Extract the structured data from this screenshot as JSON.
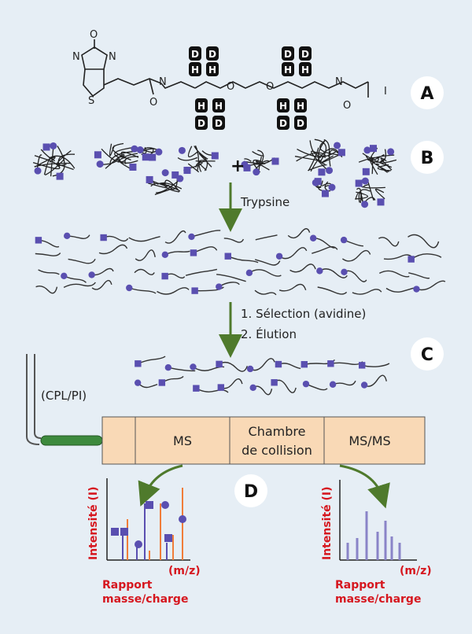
{
  "labels": {
    "step_a": "A",
    "step_b": "B",
    "step_c": "C",
    "step_d": "D",
    "plus": "+",
    "trypsin": "Trypsine",
    "selection": "1. Sélection (avidine)",
    "elution": "2. Élution",
    "cpl_pi": "(CPL/PI)",
    "ms": "MS",
    "chamber_1": "Chambre",
    "chamber_2": "de collision",
    "msms": "MS/MS",
    "intensity": "Intensité (I)",
    "mz": "(m/z)",
    "ratio_1": "Rapport",
    "ratio_2": "masse/charge"
  },
  "molecule": {
    "left_ring_o": "O",
    "left_n1": "N",
    "left_n2": "N",
    "sulfur": "S",
    "n_left": "N",
    "o_amide_left": "O",
    "o_ether_1": "O",
    "o_ether_2": "O",
    "n_right": "N",
    "o_amide_right": "O",
    "iodine": "I",
    "deuterium": "D",
    "hydrogen": "H"
  },
  "colors": {
    "background": "#e6eef5",
    "box_fill": "#f9d9b6",
    "purple": "#5a4fb0",
    "purple_light": "#8a84c8",
    "orange": "#f07d3a",
    "arrow": "#4f7a2c",
    "red_text": "#d6171f"
  }
}
